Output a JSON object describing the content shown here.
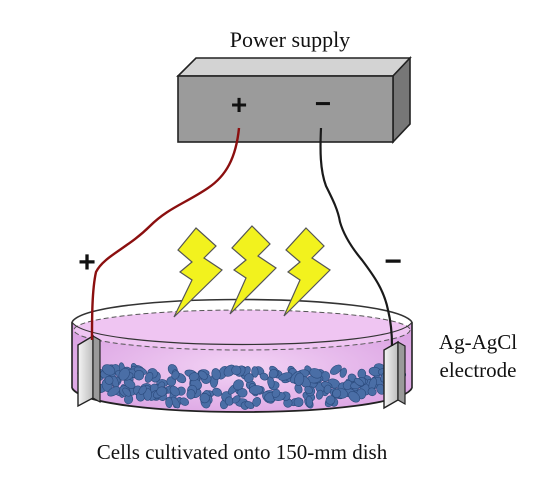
{
  "labels": {
    "power_supply": "Power supply",
    "psu_plus": "+",
    "psu_minus": "−",
    "left_plus": "+",
    "right_minus": "−",
    "electrode_line1": "Ag-AgCl",
    "electrode_line2": "electrode",
    "caption": "Cells cultivated onto 150-mm dish"
  },
  "colors": {
    "box_front": "#9b9b9b",
    "box_top": "#d3d3d3",
    "box_side": "#7a7a7a",
    "positive_wire": "#8b0f0f",
    "negative_wire": "#1a1a1a",
    "medium": "#e9b8ee",
    "cells": "#4a6ea6",
    "bolt": "#f2f21e",
    "electrode": "#e4e4e4"
  },
  "icons": {
    "bolt": "lightning-bolt-icon"
  }
}
